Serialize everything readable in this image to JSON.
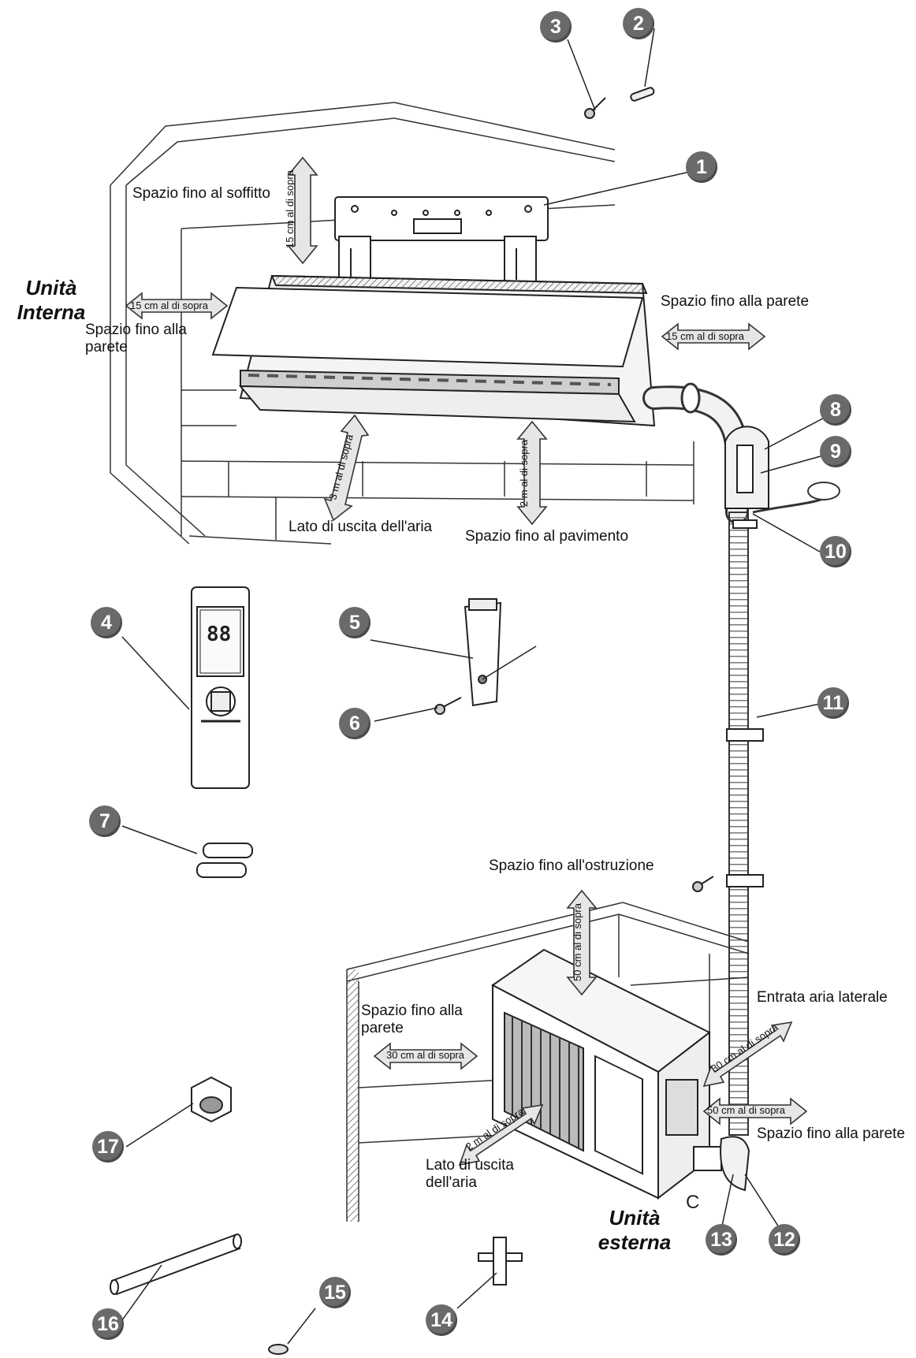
{
  "indoor": {
    "unit_title_line1": "Unità",
    "unit_title_line2": "Interna",
    "ceiling_label": "Spazio fino al soffitto",
    "ceiling_distance": "15 cm al di sopra",
    "left_wall_label": "Spazio fino alla parete",
    "left_wall_distance": "15 cm al di sopra",
    "right_wall_label": "Spazio fino alla parete",
    "right_wall_distance": "15 cm al di sopra",
    "air_outlet_label": "Lato di uscita dell'aria",
    "air_outlet_distance": "3 m al di sopra",
    "floor_label": "Spazio fino al pavimento",
    "floor_distance": "2 m al di sopra"
  },
  "outdoor": {
    "unit_title_line1": "Unità",
    "unit_title_line2": "esterna",
    "obstruction_label": "Spazio fino all'ostruzione",
    "obstruction_distance": "50 cm al di sopra",
    "left_wall_label": "Spazio fino alla parete",
    "left_wall_distance": "30 cm al di sopra",
    "side_inlet_label": "Entrata aria laterale",
    "side_inlet_distance": "30 cm al di sopra",
    "right_wall_label": "Spazio fino alla parete",
    "right_wall_distance": "50 cm al di sopra",
    "air_outlet_label": "Lato di uscita dell'aria",
    "air_outlet_distance": "2 m al di sopra",
    "corner_letter": "C"
  },
  "remote": {
    "display_digits": "88"
  },
  "callouts": [
    "1",
    "2",
    "3",
    "4",
    "5",
    "6",
    "7",
    "8",
    "9",
    "10",
    "11",
    "12",
    "13",
    "14",
    "15",
    "16",
    "17"
  ],
  "colors": {
    "callout_fill": "#6a6a6a",
    "arrow_fill": "#e6e6e6",
    "line": "#222222"
  }
}
